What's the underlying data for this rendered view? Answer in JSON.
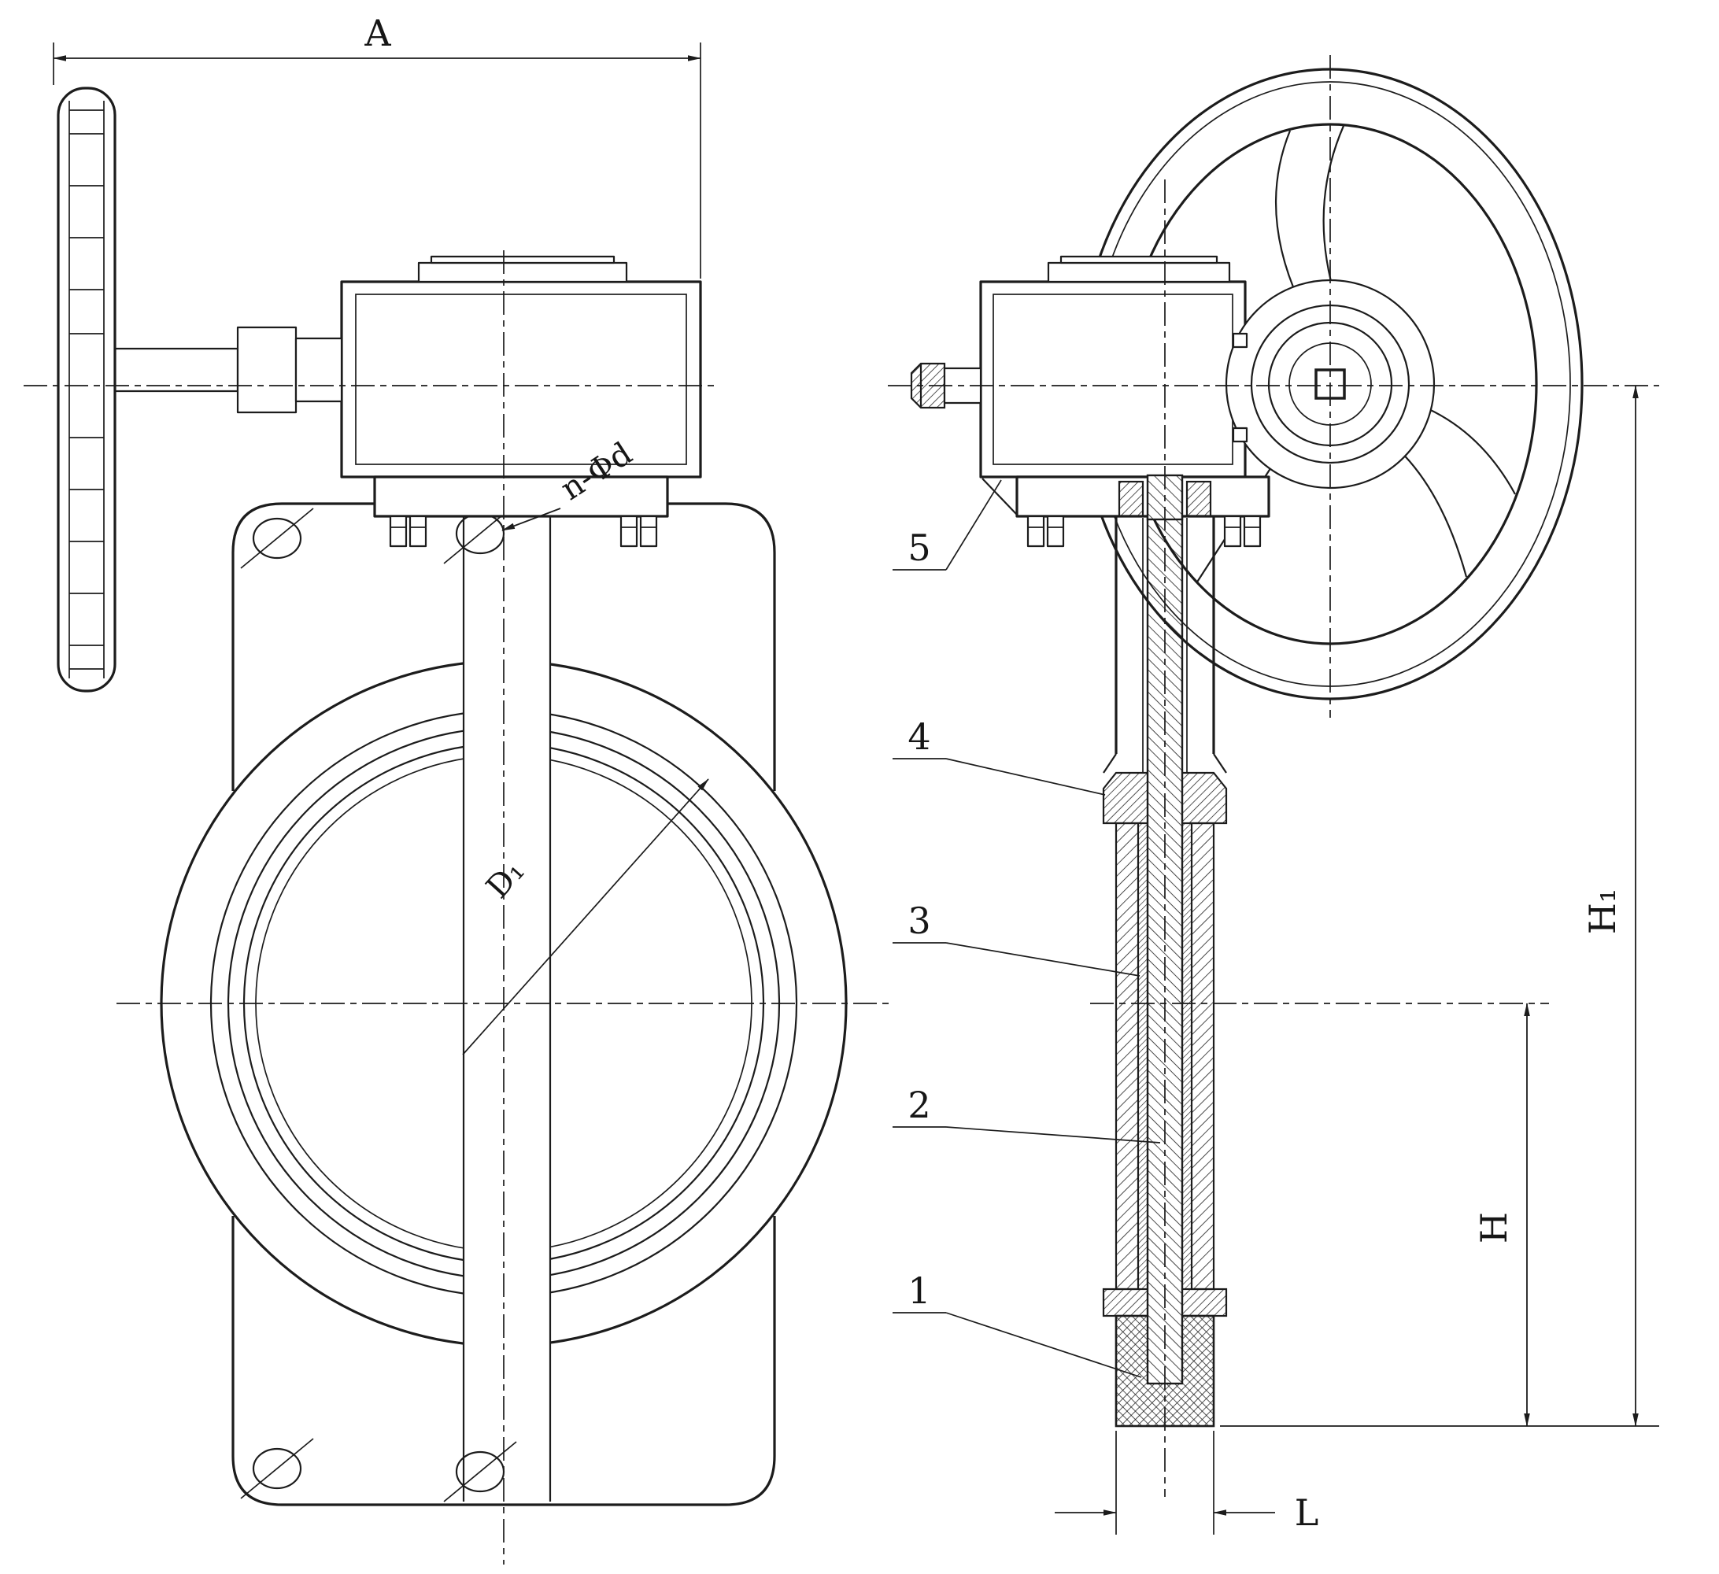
{
  "palette": {
    "background": "#ffffff",
    "ink": "#1c1c1c"
  },
  "front_view": {
    "dim_A": "A",
    "bolt_note": "n-Φd",
    "bore_dim": "D₁"
  },
  "side_view": {
    "parts": {
      "p5": "5",
      "p4": "4",
      "p3": "3",
      "p2": "2",
      "p1": "1"
    },
    "dim_H1": "H₁",
    "dim_H": "H",
    "dim_L": "L"
  }
}
